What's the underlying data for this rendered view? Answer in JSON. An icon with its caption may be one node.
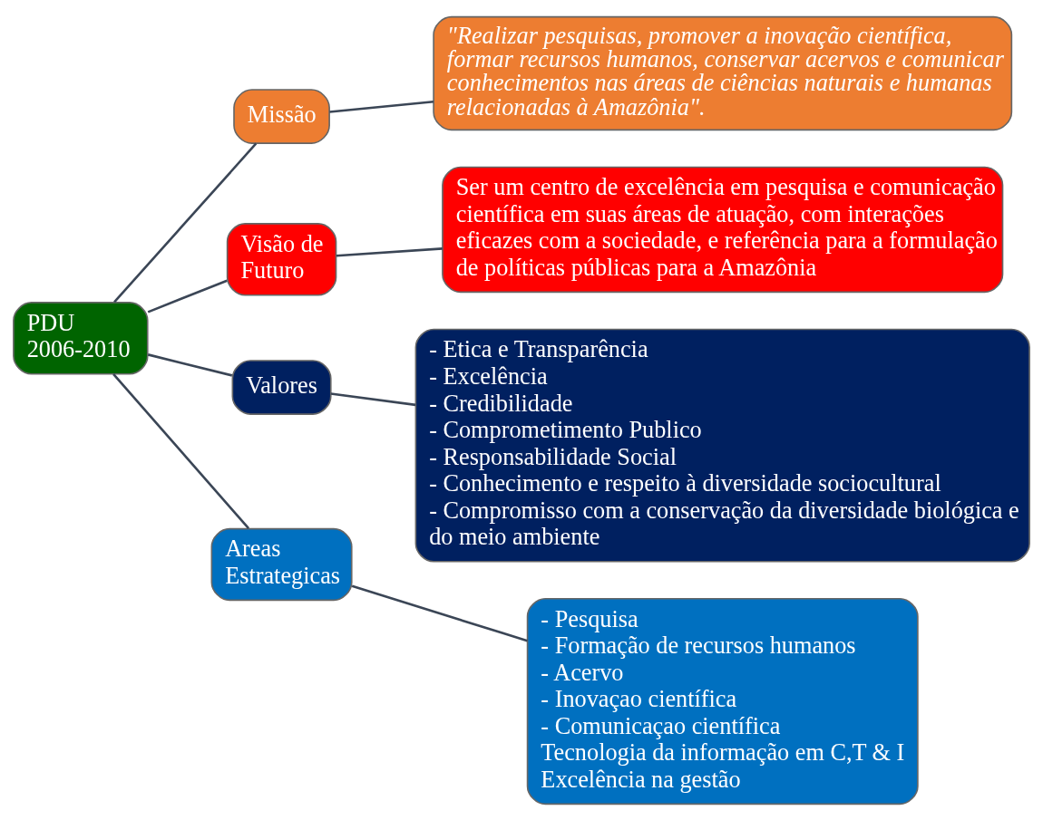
{
  "diagram": {
    "nodes": [
      {
        "text": [
          "PDU 2006-2010"
        ]
      },
      {
        "text": [
          "Missão"
        ]
      },
      {
        "text": [
          "\"Realizar pesquisas, promover a inovação científica, formar recursos humanos, conservar acervos e comunicar conhecimentos nas áreas de ciências naturais e humanas relacionadas à Amazônia\"."
        ]
      },
      {
        "text": [
          "Visão de Futuro"
        ]
      },
      {
        "text": [
          "Ser um centro de excelência em pesquisa e comunicação científica em suas áreas de atuação, com interações eficazes com a sociedade, e referência para a formulação de políticas públicas para a Amazônia"
        ]
      },
      {
        "text": [
          "Valores"
        ]
      },
      {
        "text": [
          "- Etica e Transparência",
          "- Excelência",
          "- Credibilidade",
          "- Comprometimento Publico",
          "- Responsabilidade Social",
          "- Conhecimento e respeito à diversidade sociocultural",
          "- Compromisso com a conservação da diversidade biológica e do meio ambiente"
        ]
      },
      {
        "text": [
          "Areas Estrategicas"
        ]
      },
      {
        "text": [
          "- Pesquisa",
          "- Formação de recursos humanos",
          "- Acervo",
          "- Inovaçao científica",
          "- Comunicaçao científica",
          "Tecnologia da informação em C,T & I",
          "Excelência na gestão"
        ]
      }
    ],
    "edges": [
      {
        "from": 0,
        "to": 1,
        "arrow": "none"
      },
      {
        "from": 0,
        "to": 3,
        "arrow": "none"
      },
      {
        "from": 0,
        "to": 5,
        "arrow": "none"
      },
      {
        "from": 0,
        "to": 7,
        "arrow": "none"
      },
      {
        "from": 1,
        "to": 2,
        "arrow": "none"
      },
      {
        "from": 3,
        "to": 4,
        "arrow": "none"
      },
      {
        "from": 5,
        "to": 6,
        "arrow": "none"
      },
      {
        "from": 7,
        "to": 8,
        "arrow": "none"
      }
    ]
  }
}
